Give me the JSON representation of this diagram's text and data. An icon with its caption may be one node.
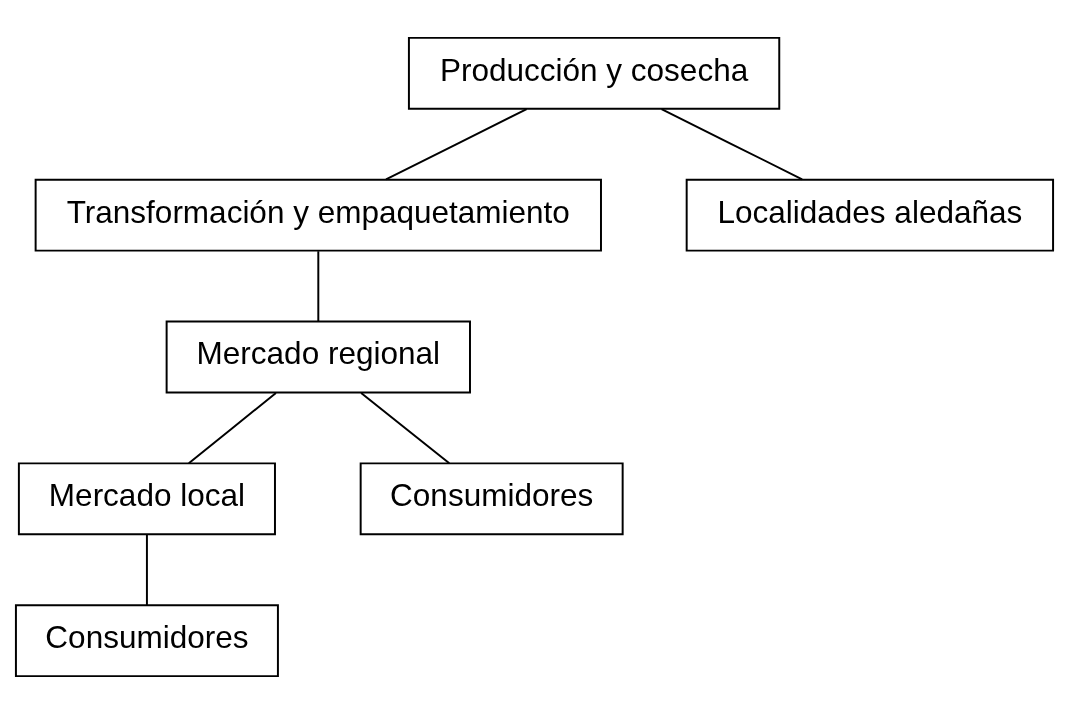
{
  "diagram": {
    "nodes": [
      {
        "text": [
          "Producción y cosecha"
        ]
      },
      {
        "text": [
          "Transformación y empaquetamiento"
        ]
      },
      {
        "text": [
          "Localidades aledañas"
        ]
      },
      {
        "text": [
          "Mercado regional"
        ]
      },
      {
        "text": [
          "Mercado local"
        ]
      },
      {
        "text": [
          "Consumidores"
        ]
      },
      {
        "text": [
          "Consumidores"
        ]
      }
    ],
    "edges": [
      {
        "from": 0,
        "to": 2,
        "arrow": "none"
      },
      {
        "from": 0,
        "to": 1,
        "arrow": "none"
      },
      {
        "from": 1,
        "to": 3,
        "arrow": "none"
      },
      {
        "from": 3,
        "to": 4,
        "arrow": "none"
      },
      {
        "from": 3,
        "to": 6,
        "arrow": "none"
      },
      {
        "from": 4,
        "to": 5,
        "arrow": "none"
      }
    ]
  }
}
